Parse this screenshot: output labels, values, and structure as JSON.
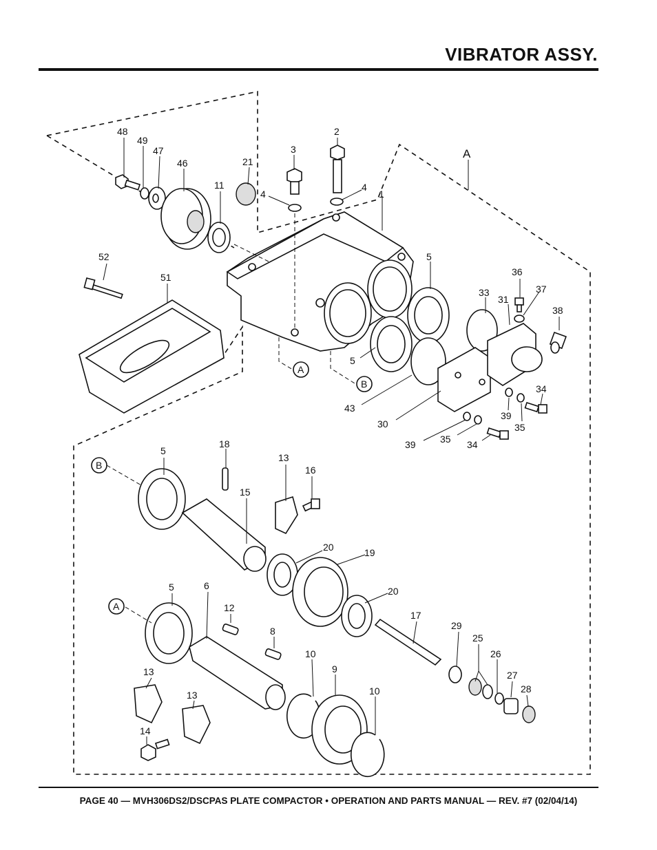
{
  "header": {
    "title": "VIBRATOR ASSY."
  },
  "footer": {
    "text": "PAGE 40 — MVH306DS2/DSCPAS PLATE COMPACTOR • OPERATION AND PARTS MANUAL — REV. #7 (02/04/14)"
  },
  "callouts": {
    "c48": "48",
    "c49": "49",
    "c47": "47",
    "c46": "46",
    "c11": "11",
    "c21": "21",
    "c3": "3",
    "c2": "2",
    "c4a": "4",
    "c4b": "4",
    "c1": "1",
    "cA": "A",
    "c52": "52",
    "c51": "51",
    "c5a": "5",
    "c5b": "5",
    "c33": "33",
    "c31": "31",
    "c36": "36",
    "c37": "37",
    "c38": "38",
    "c34a": "34",
    "c39a": "39",
    "c35a": "35",
    "c43": "43",
    "c30": "30",
    "c39b": "39",
    "c35b": "35",
    "c34b": "34",
    "circA1": "A",
    "circB1": "B",
    "c5c": "5",
    "circB2": "B",
    "c18": "18",
    "c13a": "13",
    "c16": "16",
    "c15": "15",
    "c20a": "20",
    "c19": "19",
    "c20b": "20",
    "c5d": "5",
    "circA2": "A",
    "c6": "6",
    "c12": "12",
    "c8": "8",
    "c17": "17",
    "c29": "29",
    "c25": "25",
    "c26": "26",
    "c27": "27",
    "c28": "28",
    "c10a": "10",
    "c9": "9",
    "c10b": "10",
    "c13b": "13",
    "c13c": "13",
    "c14": "14"
  }
}
